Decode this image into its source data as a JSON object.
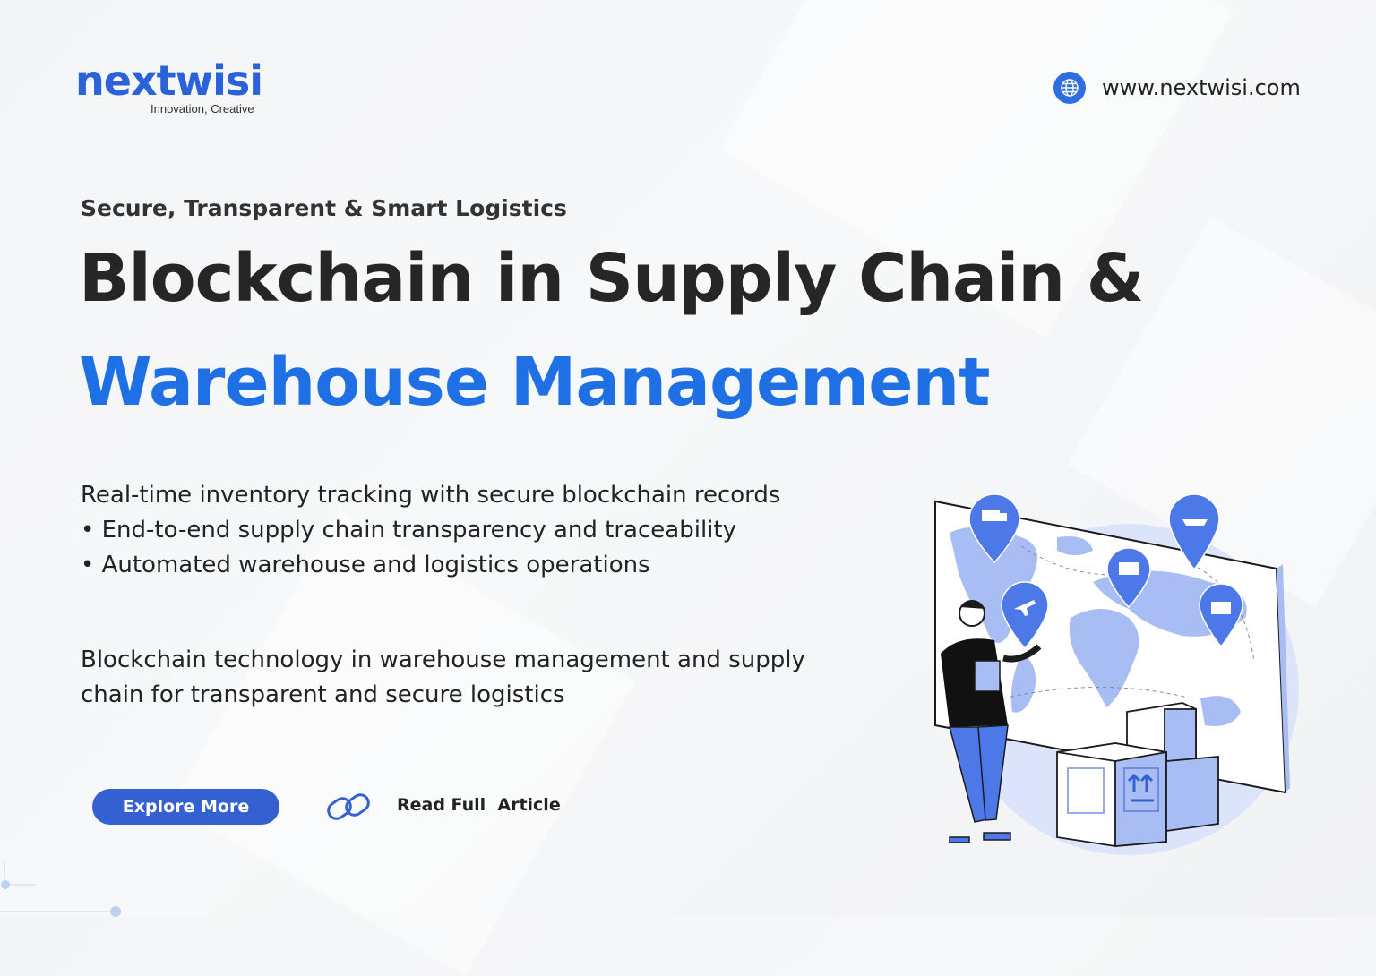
{
  "brand": {
    "logo_text": "nextwisi",
    "tagline": "Innovation, Creative",
    "website_icon": "globe-icon",
    "website": "www.nextwisi.com"
  },
  "hero": {
    "eyebrow": "Secure, Transparent & Smart Logistics",
    "title_line1": "Blockchain in Supply Chain &",
    "title_line2": "Warehouse Management",
    "features": [
      "Real-time inventory tracking with secure blockchain records",
      "• End-to-end supply chain transparency and traceability",
      "• Automated warehouse and logistics operations"
    ],
    "description_line1": "Blockchain technology in warehouse management and supply",
    "description_line2": "chain for transparent and secure logistics"
  },
  "actions": {
    "primary_label": "Explore More",
    "link_icon": "chain-link-icon",
    "secondary_label": "Read Full  Article"
  },
  "illustration": {
    "subject": "person with tablet pointing at world map with logistics pins and boxes",
    "pins": [
      "truck-icon",
      "ship-icon",
      "store-icon",
      "airplane-icon",
      "factory-icon"
    ]
  },
  "colors": {
    "brand_blue": "#2a62d9",
    "title_blue": "#1f6fe5",
    "button_blue": "#3460d1",
    "map_light": "#a9bdf5",
    "map_mid": "#6f8ff0",
    "text_dark": "#262626"
  }
}
